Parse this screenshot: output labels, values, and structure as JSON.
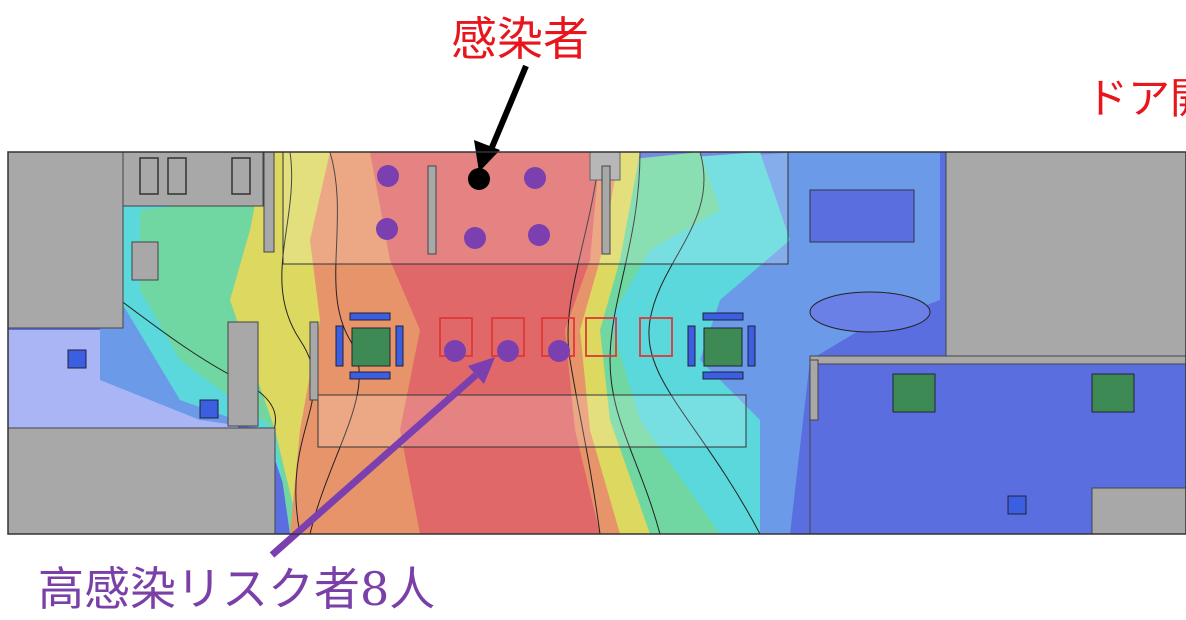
{
  "annotations": {
    "infected": "感染者",
    "door": "ドア開",
    "high_risk": "高感染リスク者8人"
  },
  "colors": {
    "infected_label": "#e8161c",
    "door_label": "#e8161c",
    "high_risk_label": "#7a40a8",
    "infected_marker": "#000000",
    "high_risk_marker": "#7b3fb0",
    "wall_gray": "#a8a8a8",
    "contour_hot": "#e06868",
    "contour_cold": "#5a6ee0"
  },
  "markers": {
    "infected_count": 1,
    "high_risk_count": 8
  }
}
